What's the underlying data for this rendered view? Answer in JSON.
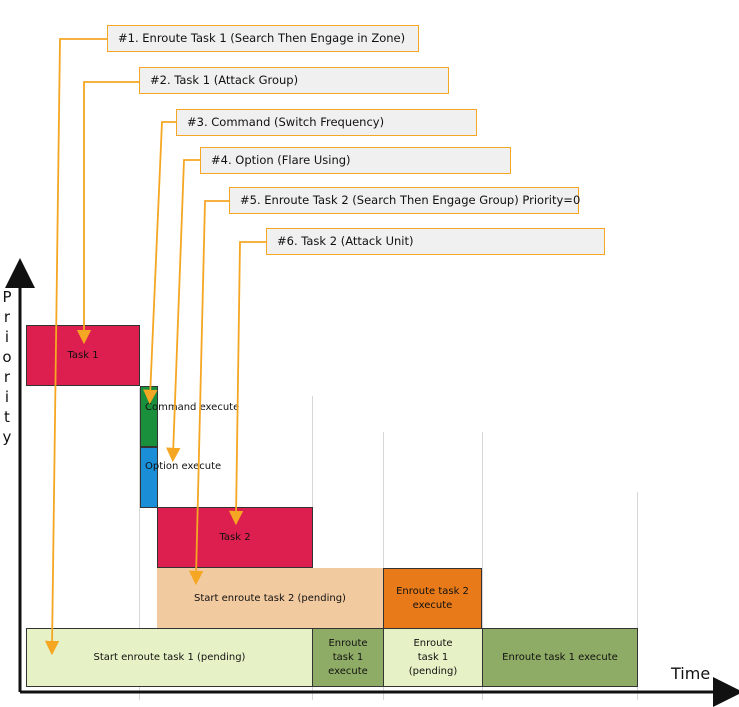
{
  "callouts": [
    {
      "id": "c1",
      "text": "#1. Enroute Task 1 (Search Then Engage in Zone)"
    },
    {
      "id": "c2",
      "text": "#2. Task 1 (Attack Group)"
    },
    {
      "id": "c3",
      "text": "#3. Command (Switch Frequency)"
    },
    {
      "id": "c4",
      "text": "#4. Option (Flare Using)"
    },
    {
      "id": "c5",
      "text": "#5. Enroute Task 2 (Search Then Engage Group) Priority=0"
    },
    {
      "id": "c6",
      "text": "#6. Task 2 (Attack Unit)"
    }
  ],
  "blocks": {
    "task1": "Task 1",
    "command_execute": "Command execute",
    "option_execute": "Option execute",
    "task2": "Task 2",
    "start_enroute2": "Start enroute task 2 (pending)",
    "enroute2_execute": "Enroute task 2 execute",
    "start_enroute1": "Start enroute task 1 (pending)",
    "enroute1_execute_a": "Enroute task 1 execute",
    "enroute1_pending": "Enroute task 1 (pending)",
    "enroute1_execute_b": "Enroute task 1 execute"
  },
  "axes": {
    "y_label_letters": [
      "P",
      "r",
      "i",
      "o",
      "r",
      "i",
      "t",
      "y"
    ],
    "x_label": "Time"
  },
  "colors": {
    "callout_border": "#f5a623",
    "arrow": "#f5a623",
    "task": "#dc1f4e",
    "command": "#1a8f3c",
    "option": "#1a8fd8",
    "enroute_pending_light": "#f2caa0",
    "enroute_orange": "#e87a1a",
    "enroute_pending_green": "#e6f2c6",
    "enroute_execute_green": "#8fac66"
  }
}
